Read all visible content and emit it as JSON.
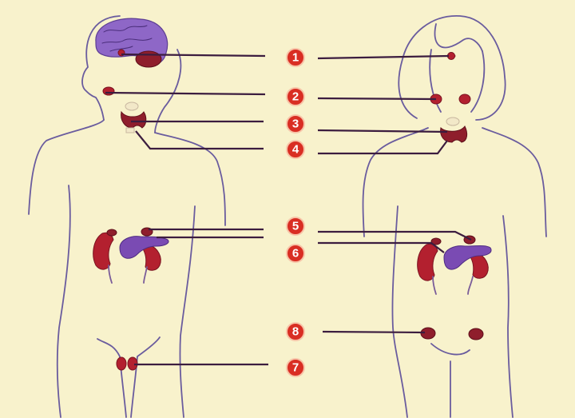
{
  "labels": [
    {
      "id": "1",
      "text": "1"
    },
    {
      "id": "2",
      "text": "2"
    },
    {
      "id": "3",
      "text": "3"
    },
    {
      "id": "4",
      "text": "4"
    },
    {
      "id": "5",
      "text": "5"
    },
    {
      "id": "6",
      "text": "6"
    },
    {
      "id": "8",
      "text": "8"
    },
    {
      "id": "7",
      "text": "7"
    }
  ],
  "colors": {
    "background": "#f8f2cc",
    "outline": "#6a5c9e",
    "organ": "#b3202f",
    "pancreas": "#7a4bb3",
    "badge": "#d92e23"
  }
}
